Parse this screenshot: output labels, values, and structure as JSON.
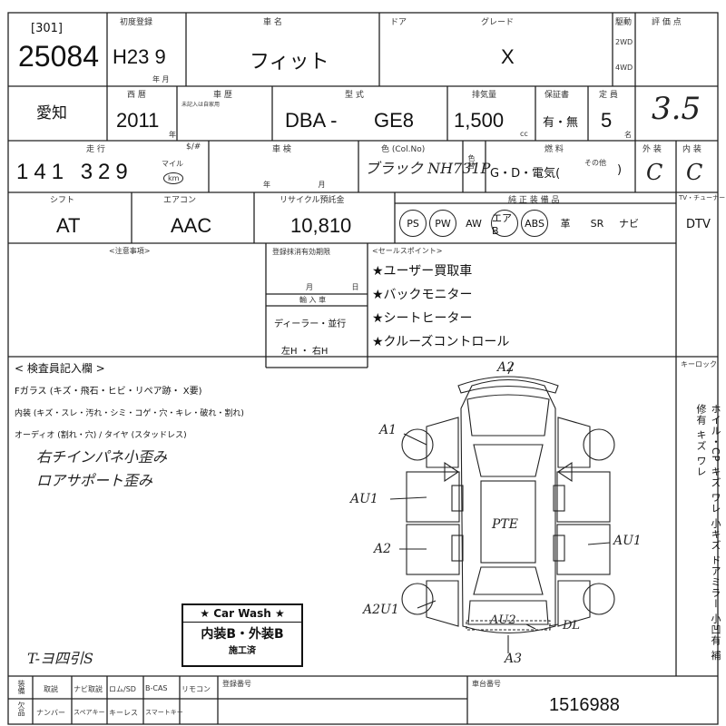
{
  "header": {
    "lot_prefix": "[301]",
    "lot_number": "25084",
    "reg_label": "初度登録",
    "reg_value": "H23 9",
    "reg_unit": "年 月",
    "name_label": "車 名",
    "name_value": "フィット",
    "door_label": "ドア",
    "grade_label": "グレード",
    "grade_value": "X",
    "drive_label": "駆動",
    "drive_2wd": "2WD",
    "drive_4wd": "4WD",
    "eval_label": "評 価 点",
    "eval_value": "3.5"
  },
  "row2": {
    "region": "愛知",
    "year_label": "西 暦",
    "year_value": "2011",
    "year_unit": "年",
    "hist_label": "車 歴",
    "hist_note": "未記入は自家用",
    "model_label": "型 式",
    "model_prefix": "DBA -",
    "model_value": "GE8",
    "disp_label": "排気量",
    "disp_value": "1,500",
    "disp_unit": "cc",
    "warranty_label": "保証書",
    "warranty_value": "有・無",
    "capacity_label": "定 員",
    "capacity_value": "5",
    "capacity_unit": "名"
  },
  "row3": {
    "mileage_label": "走 行",
    "mileage_sub": "$/#",
    "mileage_value": "141 329",
    "mileage_unit": "マイル",
    "mileage_unit2": "km",
    "inspection_label": "車 検",
    "inspection_unit": "年 月",
    "color_label": "色 (Col.No)",
    "color_value": "ブラック NH731P",
    "color_change": "色替",
    "fuel_label": "燃 料",
    "fuel_value": "G・D・電気(",
    "fuel_other": "その他",
    "ext_label": "外 装",
    "ext_value": "C",
    "int_label": "内 装",
    "int_value": "C"
  },
  "row4": {
    "shift_label": "シフト",
    "shift_value": "AT",
    "ac_label": "エアコン",
    "ac_value": "AAC",
    "recycle_label": "リサイクル預託金",
    "recycle_value": "10,810",
    "equip_label": "純 正 装 備 品",
    "equip": [
      "PS",
      "PW",
      "AW",
      "エアB",
      "ABS",
      "革",
      "SR",
      "ナビ"
    ],
    "equip_circled": [
      "PS",
      "PW",
      "エアB",
      "ABS"
    ],
    "tv_label": "TV・チューナー",
    "tv_value": "DTV"
  },
  "notes": {
    "caution_label": "<注意事項>",
    "reg_expiry_label": "登録抹消有効期限",
    "reg_expiry_unit": "月 日",
    "import_label": "輸 入 車",
    "import_value": "ディーラー・並行",
    "handle_value": "左H ・ 右H",
    "sales_label": "<セールスポイント>",
    "sales_points": [
      "★ユーザー買取車",
      "★バックモニター",
      "★シートヒーター",
      "★クルーズコントロール"
    ]
  },
  "inspector": {
    "title": "< 検査員記入欄 >",
    "line1": "Fガラス (キズ・飛石・ヒビ・リペア跡・ X要)",
    "line2": "内装 (キズ・スレ・汚れ・シミ・コゲ・穴・キレ・破れ・割れ)",
    "line3": "オーディオ (割れ・穴) / タイヤ (スタッドレス)",
    "hand1": "右チインパネ小歪み",
    "hand2": "ロアサポート歪み",
    "hand3": "T-ヨ四引S"
  },
  "diagram": {
    "marks": [
      "A2",
      "A1",
      "AU1",
      "A2",
      "A2U1",
      "AU2",
      "PTE",
      "AU1",
      "DL",
      "A3"
    ]
  },
  "side": {
    "keyless_label": "キーロック",
    "side_text": "ホイル・CP キズ ワレ 小キズ ドアミラー 小凹有 補修有 キズ ワレ"
  },
  "carwash": {
    "title": "★ Car Wash ★",
    "line": "内装B・外装B",
    "done": "施工済"
  },
  "footer": {
    "col1": "装備",
    "col1b": "欠品",
    "items_top": [
      "取説",
      "ナビ取説",
      "ロム/SD",
      "B-CAS",
      "リモコン"
    ],
    "items_bottom": [
      "ナンバー",
      "スペアキー",
      "キーレス",
      "スマートキー"
    ],
    "reg_no_label": "登録番号",
    "chassis_label": "車台番号",
    "chassis_value": "1516988"
  }
}
